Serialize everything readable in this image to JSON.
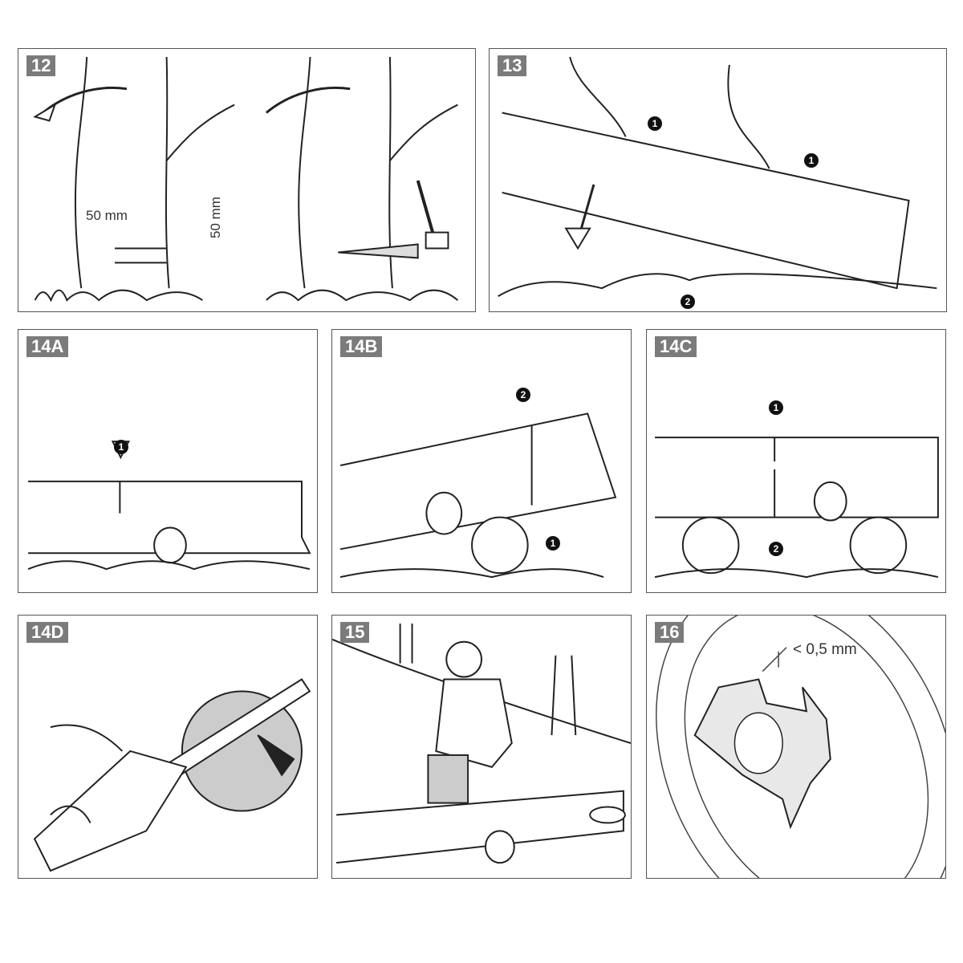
{
  "panels": {
    "p12": {
      "label": "12",
      "dim_horizontal": "50 mm",
      "dim_vertical": "50 mm"
    },
    "p13": {
      "label": "13",
      "marker_1": "1",
      "marker_2": "2"
    },
    "p14a": {
      "label": "14A",
      "marker_1": "1"
    },
    "p14b": {
      "label": "14B",
      "marker_1": "1",
      "marker_2": "2"
    },
    "p14c": {
      "label": "14C",
      "marker_1": "1",
      "marker_2": "2"
    },
    "p14d": {
      "label": "14D"
    },
    "p15": {
      "label": "15"
    },
    "p16": {
      "label": "16",
      "dim": "< 0,5 mm"
    }
  }
}
